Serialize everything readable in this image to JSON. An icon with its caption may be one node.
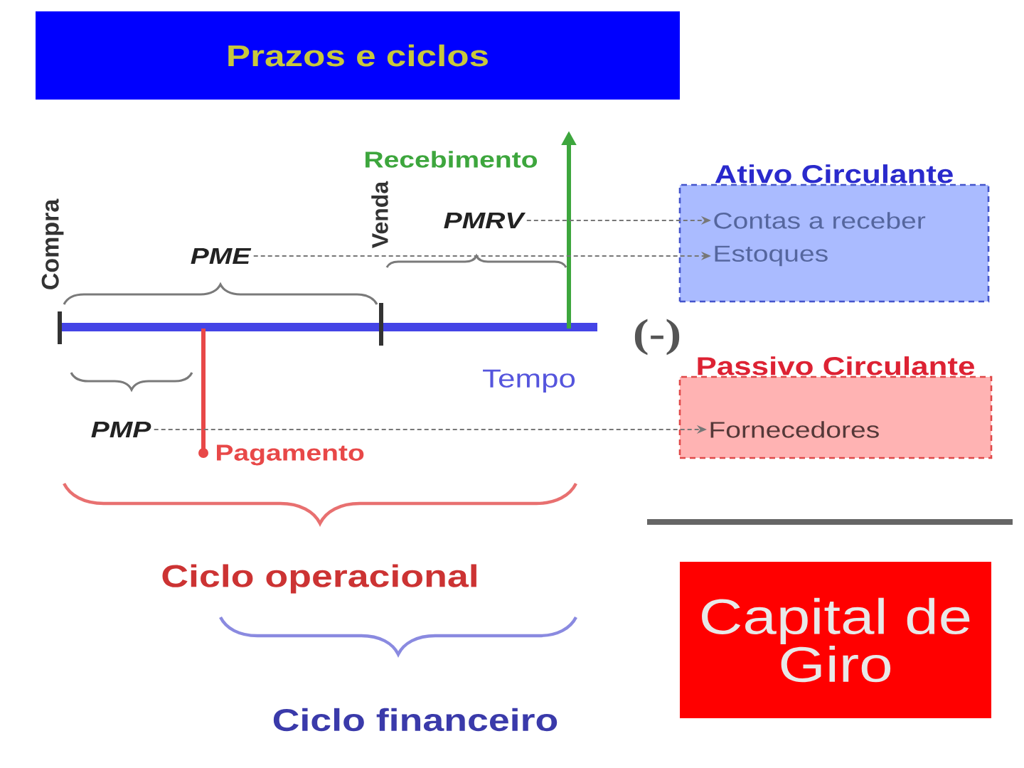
{
  "diagram": {
    "title": "Prazos e ciclos",
    "nodes": [
      {
        "text": [
          "Ativo Circulante"
        ]
      },
      {
        "text": [
          "Contas a receber"
        ],
        "in": 0
      },
      {
        "text": [
          "Estoques"
        ],
        "in": 0
      },
      {
        "text": [
          "Passivo Circulante"
        ]
      },
      {
        "text": [
          "Fornecedores"
        ],
        "in": 3
      },
      {
        "text": [
          "Capital de Giro"
        ]
      },
      {
        "text": [
          "PMRV"
        ]
      },
      {
        "text": [
          "PME"
        ]
      },
      {
        "text": [
          "PMP"
        ]
      }
    ],
    "edges": [
      {
        "from": 6,
        "to": 1,
        "arrow": "to",
        "style": "dashed"
      },
      {
        "from": 7,
        "to": 2,
        "arrow": "to",
        "style": "dashed"
      },
      {
        "from": 8,
        "to": 4,
        "arrow": "to",
        "style": "dashed"
      }
    ],
    "labels": [
      "Recebimento",
      "Compra",
      "Venda",
      "(-)",
      "Tempo",
      "Pagamento",
      "Ciclo operacional",
      "Ciclo financeiro"
    ]
  }
}
